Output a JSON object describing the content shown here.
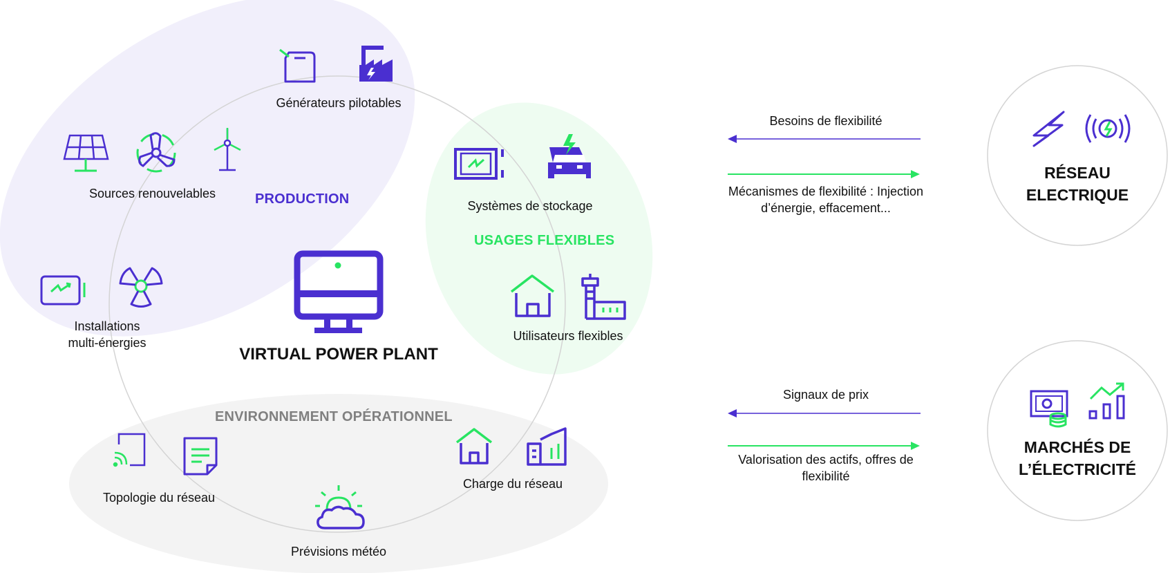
{
  "colors": {
    "purple": "#4a2fd0",
    "green": "#28e462",
    "production_bg": "#f1effb",
    "flexible_bg": "#eefcf1",
    "environment_bg": "#f3f3f3",
    "environment_text": "#808080",
    "circle_stroke": "#d4d4d4"
  },
  "center": {
    "label": "VIRTUAL POWER PLANT",
    "icon": "computer-monitor-icon"
  },
  "production": {
    "title": "PRODUCTION",
    "generators": {
      "label": "Générateurs pilotables",
      "icons": [
        "fuel-can-icon",
        "power-plant-icon"
      ]
    },
    "renewables": {
      "label": "Sources renouvelables",
      "icons": [
        "solar-panel-icon",
        "fan-turbine-icon",
        "wind-turbine-icon"
      ]
    },
    "multi_energy": {
      "label_line1": "Installations",
      "label_line2": "multi-énergies",
      "icons": [
        "battery-icon",
        "nuclear-icon"
      ]
    }
  },
  "flexible": {
    "title": "USAGES FLEXIBLES",
    "storage": {
      "label": "Systèmes de stockage",
      "icons": [
        "storage-battery-icon",
        "electric-car-icon"
      ]
    },
    "users": {
      "label": "Utilisateurs flexibles",
      "icons": [
        "house-icon",
        "industry-icon"
      ]
    }
  },
  "environment": {
    "title": "ENVIRONNEMENT OPÉRATIONNEL",
    "topology": {
      "label": "Topologie du réseau",
      "icons": [
        "cast-screen-icon",
        "document-icon"
      ]
    },
    "load": {
      "label": "Charge du réseau",
      "icons": [
        "house-icon",
        "buildings-icon"
      ]
    },
    "weather": {
      "label": "Prévisions météo",
      "icon": "sun-cloud-icon"
    }
  },
  "grid": {
    "title_line1": "RÉSEAU",
    "title_line2": "ELECTRIQUE",
    "icons": [
      "lightning-icon",
      "wireless-power-icon"
    ],
    "incoming_label": "Besoins de flexibilité",
    "outgoing_label_line1": "Mécanismes de flexibilité : Injection",
    "outgoing_label_line2": "d’énergie, effacement..."
  },
  "markets": {
    "title_line1": "MARCHÉS DE",
    "title_line2": "L’ÉLECTRICITÉ",
    "icons": [
      "money-coins-icon",
      "growth-chart-icon"
    ],
    "incoming_label": "Signaux de prix",
    "outgoing_label_line1": "Valorisation des actifs, offres de",
    "outgoing_label_line2": "flexibilité"
  }
}
